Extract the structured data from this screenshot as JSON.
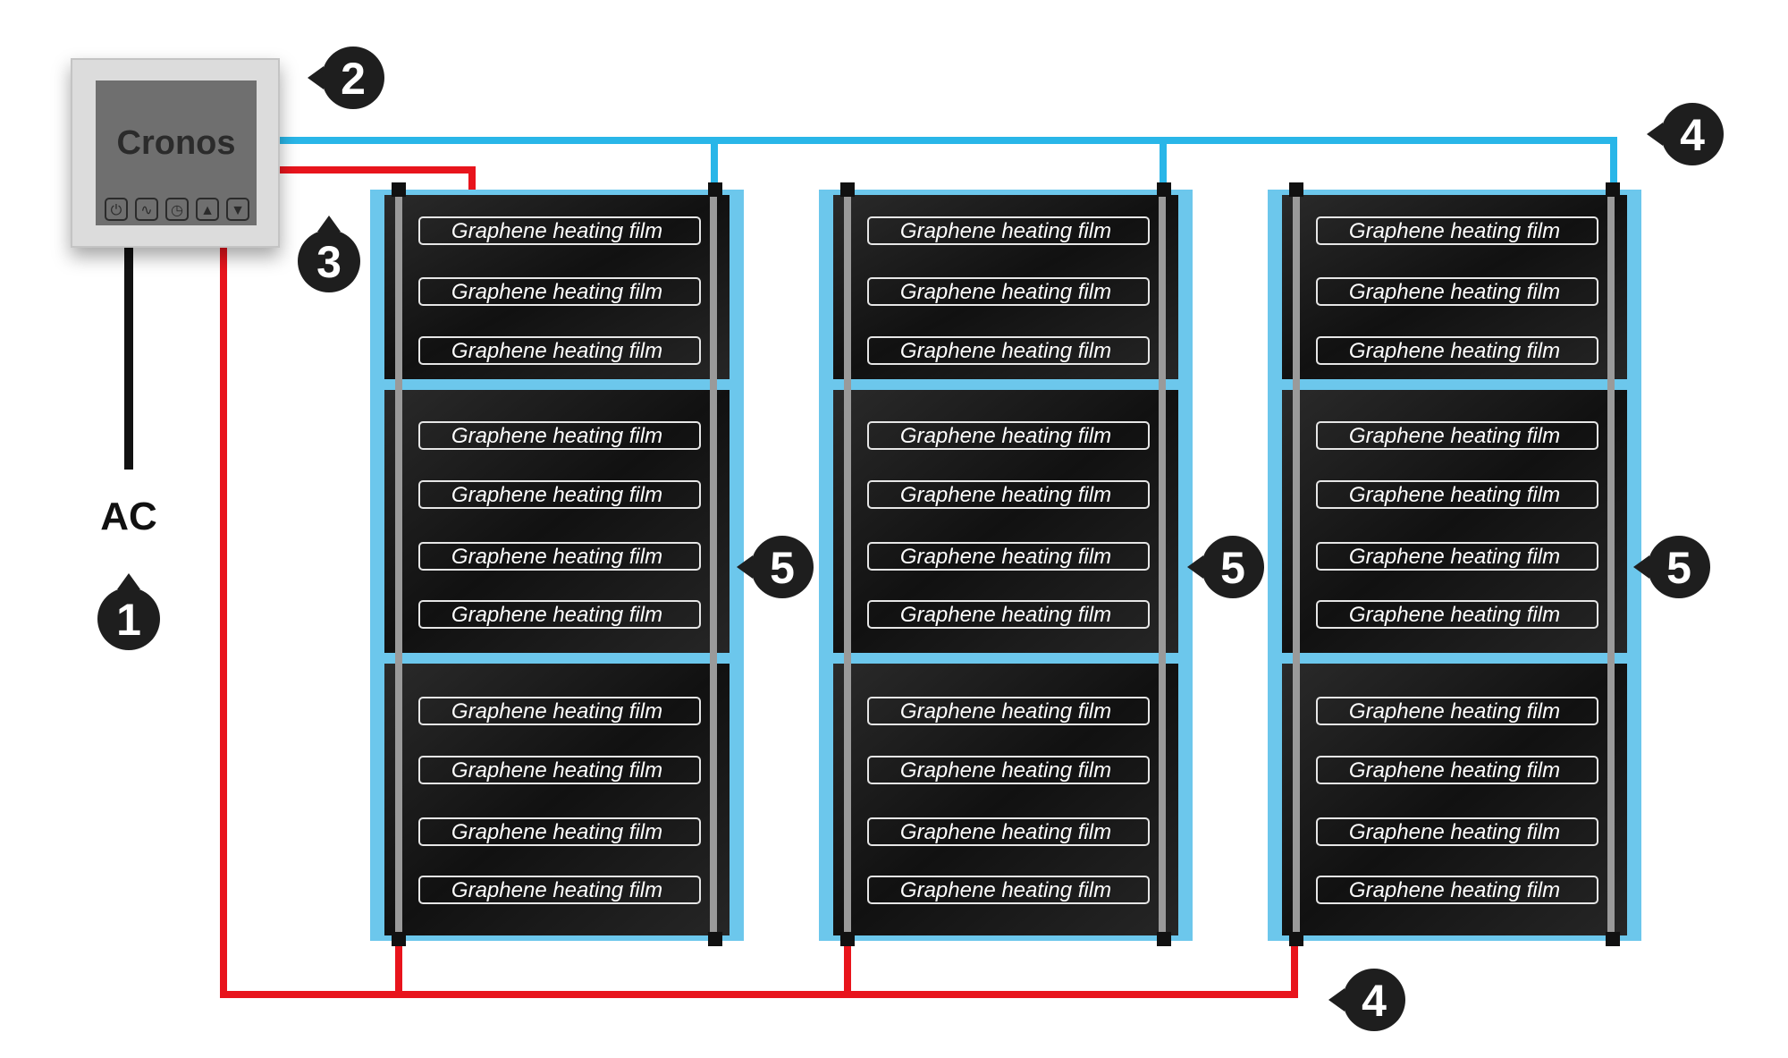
{
  "thermostat": {
    "brand": "Cronos",
    "buttons": [
      "power-icon",
      "mode-icon",
      "clock-icon",
      "arrow-up-icon",
      "arrow-down-icon"
    ]
  },
  "power_label": "AC",
  "badges": [
    "1",
    "2",
    "3",
    "4",
    "4",
    "5",
    "5",
    "5"
  ],
  "film_label": "Graphene heating film",
  "columns": [
    {
      "sections": [
        3,
        4,
        4
      ]
    },
    {
      "sections": [
        3,
        4,
        4
      ]
    },
    {
      "sections": [
        3,
        4,
        4
      ]
    }
  ],
  "colors": {
    "cold_wire": "#29b6e8",
    "hot_wire": "#e8141c",
    "mat": "#6cc7ec",
    "film": "#1a1a1a",
    "thermostat_body": "#d9d9d9",
    "thermostat_screen": "#6e6e6e",
    "badge": "#1e1e1e"
  }
}
